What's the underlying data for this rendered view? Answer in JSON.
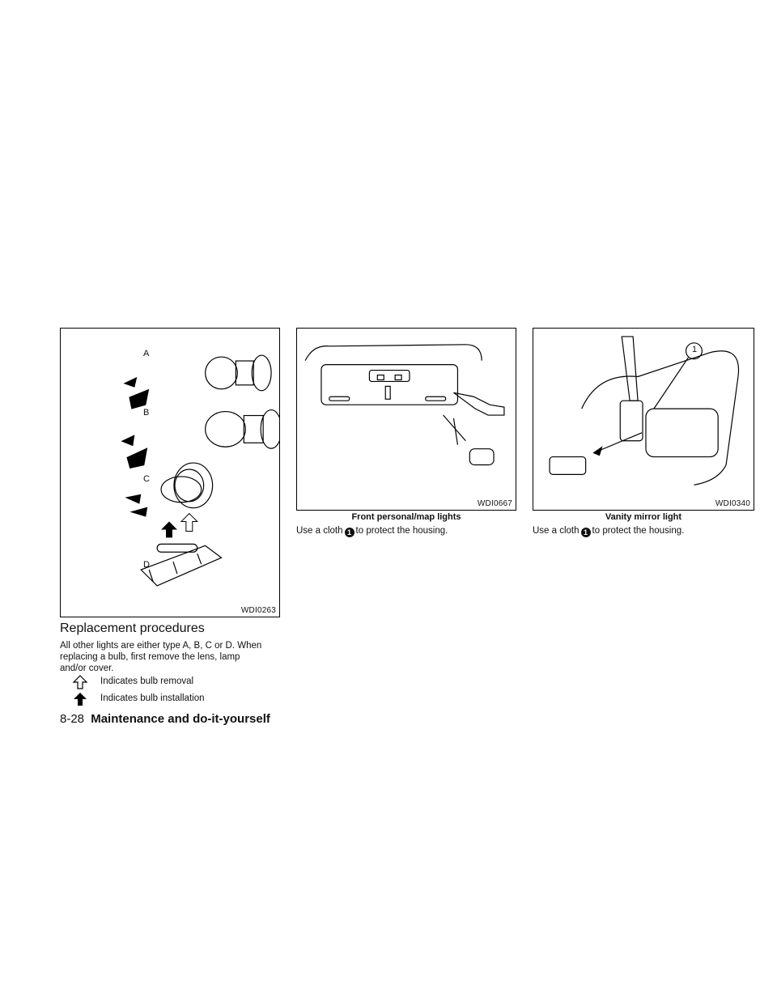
{
  "figures": {
    "bulb_types": {
      "code": "WDI0263",
      "labels": [
        "A",
        "B",
        "C",
        "D"
      ]
    },
    "front_lights": {
      "code": "WDI0667",
      "caption": "Front personal/map lights"
    },
    "vanity_light": {
      "code": "WDI0340",
      "caption": "Vanity mirror light",
      "callout": "1"
    }
  },
  "front_lights_text": {
    "before": "Use a cloth",
    "num": "1",
    "after": "to protect the housing."
  },
  "vanity_text": {
    "before": "Use a cloth",
    "num": "1",
    "after": "to protect the housing."
  },
  "replacement": {
    "heading": "Replacement procedures",
    "lines": [
      "All other lights are either type A, B, C or D. When",
      "replacing a bulb, first remove the lens, lamp",
      "and/or cover."
    ],
    "legend": [
      {
        "icon": "outline-up-arrow-icon",
        "text": "Indicates bulb removal"
      },
      {
        "icon": "solid-up-arrow-icon",
        "text": "Indicates bulb installation"
      }
    ]
  },
  "footer": {
    "page": "8-28",
    "section": "Maintenance and do-it-yourself"
  }
}
